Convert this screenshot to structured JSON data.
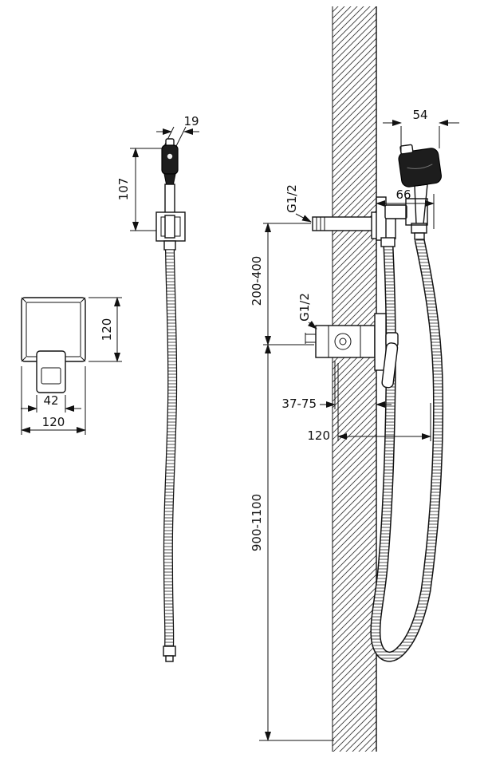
{
  "style": {
    "ink": "#111111",
    "dark_fill": "#1d1d1d"
  },
  "drawing": {
    "front_view": {
      "head_width": "19",
      "sprayer_height": "107",
      "plate_height": "120",
      "handle_width": "42",
      "plate_width": "120"
    },
    "side_view": {
      "head_width": "54",
      "holder_reach": "66",
      "outlet_thread": "G1/2",
      "outlet_to_mixer": "200-400",
      "mixer_thread": "G1/2",
      "recess_depth": "37-75",
      "body_width": "120",
      "install_height": "900-1100"
    }
  }
}
